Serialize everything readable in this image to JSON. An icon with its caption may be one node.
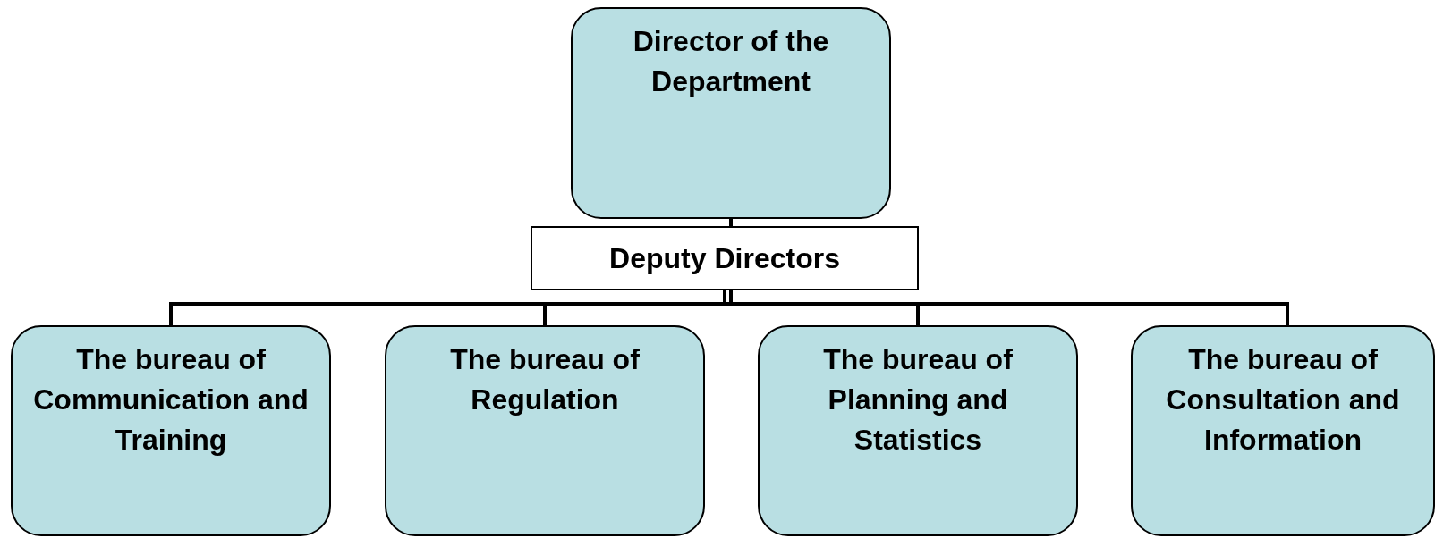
{
  "diagram": {
    "nodes": [
      {
        "text": [
          "Director of the Department"
        ]
      },
      {
        "text": [
          "Deputy Directors"
        ]
      },
      {
        "text": [
          "The bureau of Communication and Training"
        ]
      },
      {
        "text": [
          "The bureau of Regulation"
        ]
      },
      {
        "text": [
          "The bureau of Planning and Statistics"
        ]
      },
      {
        "text": [
          "The bureau of Consultation and Information"
        ]
      }
    ],
    "edges": [
      {
        "from": 0,
        "to": 1,
        "arrow": "none"
      },
      {
        "from": 1,
        "to": 2,
        "arrow": "none"
      },
      {
        "from": 1,
        "to": 3,
        "arrow": "none"
      },
      {
        "from": 1,
        "to": 4,
        "arrow": "none"
      },
      {
        "from": 1,
        "to": 5,
        "arrow": "none"
      }
    ]
  }
}
